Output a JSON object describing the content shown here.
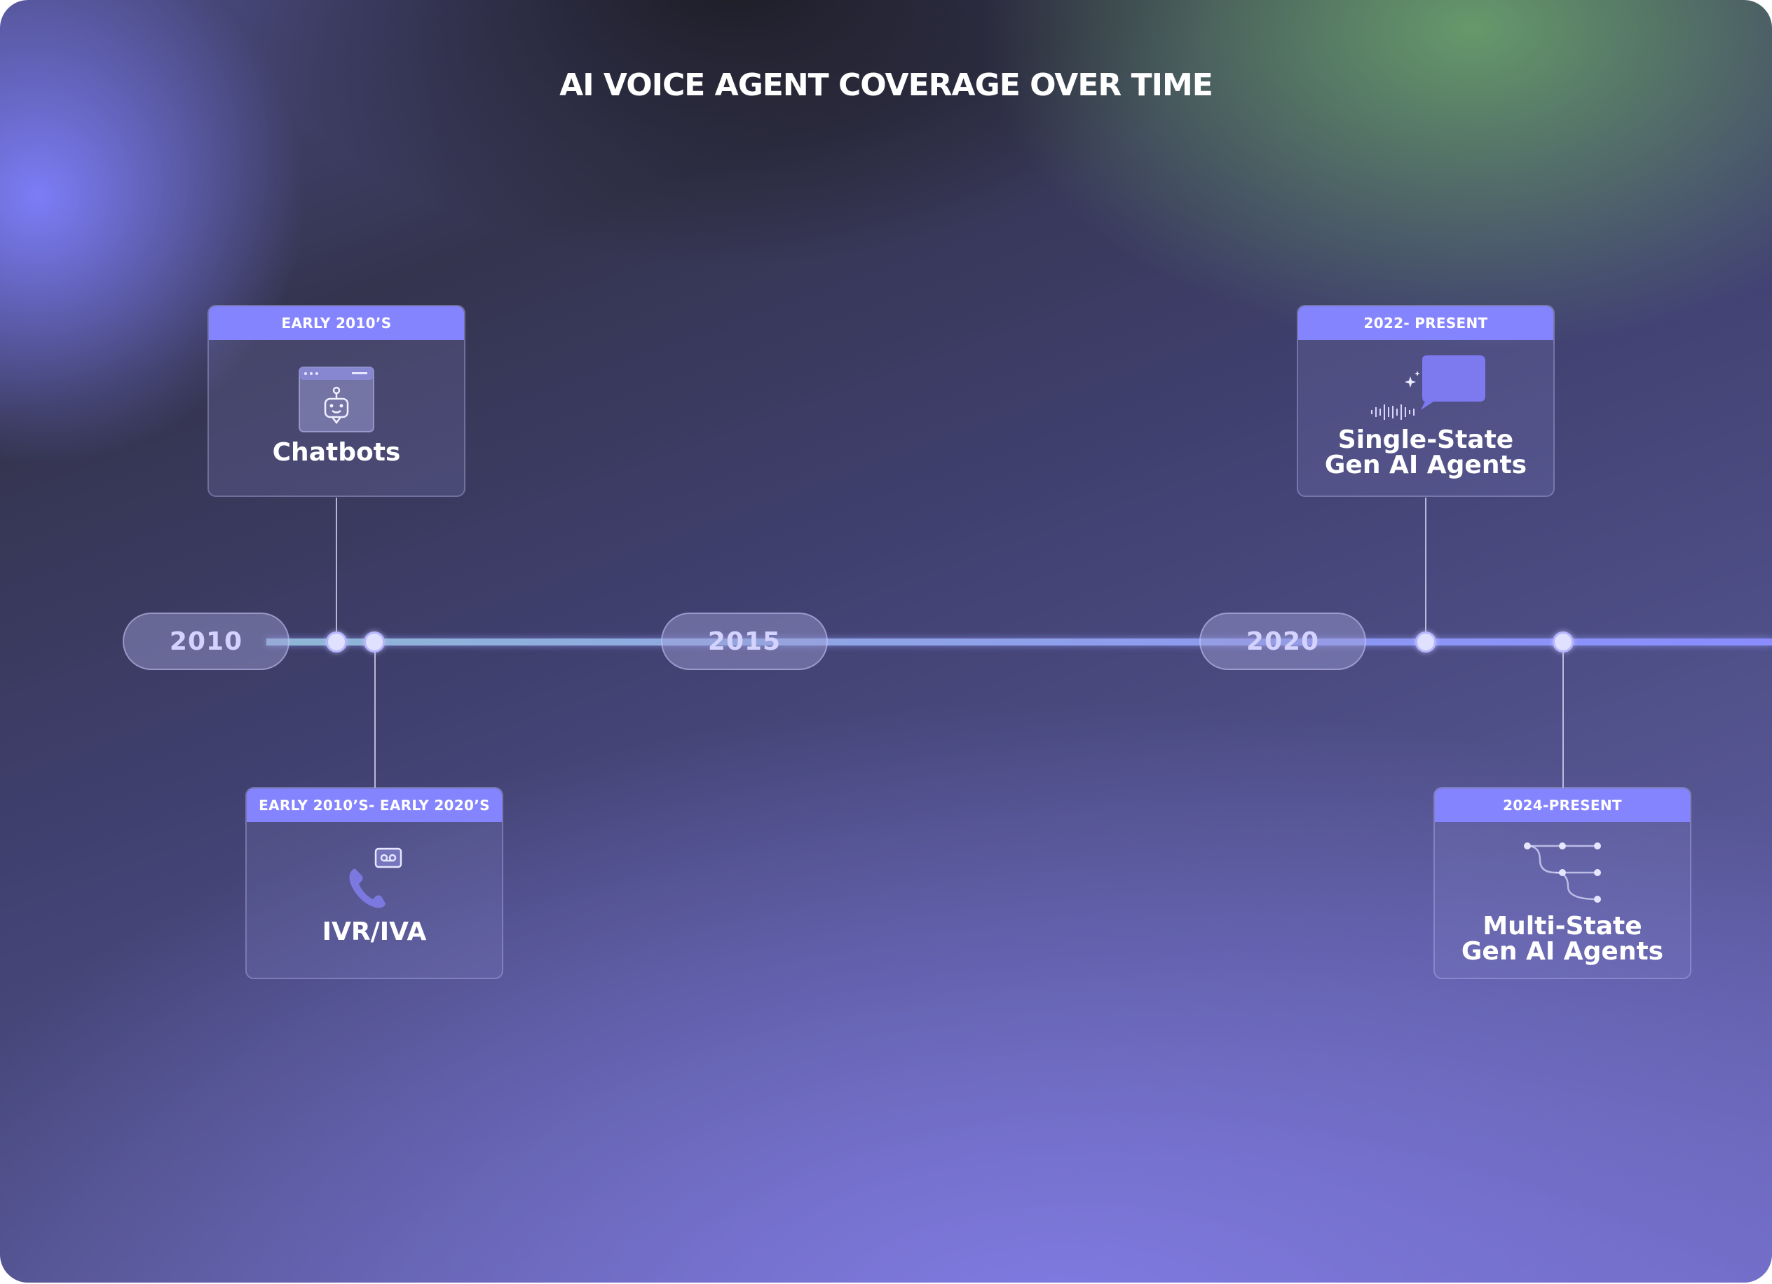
{
  "title": "AI VOICE AGENT COVERAGE OVER TIME",
  "years": [
    "2010",
    "2015",
    "2020"
  ],
  "milestones": [
    {
      "period": "EARLY 2010’S",
      "label": "Chatbots",
      "icon": "chatbot-robot-icon"
    },
    {
      "period": "EARLY 2010’S- EARLY 2020’S",
      "label": "IVR/IVA",
      "icon": "phone-voicemail-icon"
    },
    {
      "period": "2022- PRESENT",
      "label_line1": "Single-State",
      "label_line2": "Gen AI Agents",
      "icon": "voice-chat-sparkle-icon"
    },
    {
      "period": "2024-PRESENT",
      "label_line1": "Multi-State",
      "label_line2": "Gen AI Agents",
      "icon": "branching-flow-icon"
    }
  ],
  "colors": {
    "accent": "#8584ff",
    "axis": "#8a8cff",
    "dot": "#e0e0ff",
    "year_text": "#d4d2ff"
  }
}
